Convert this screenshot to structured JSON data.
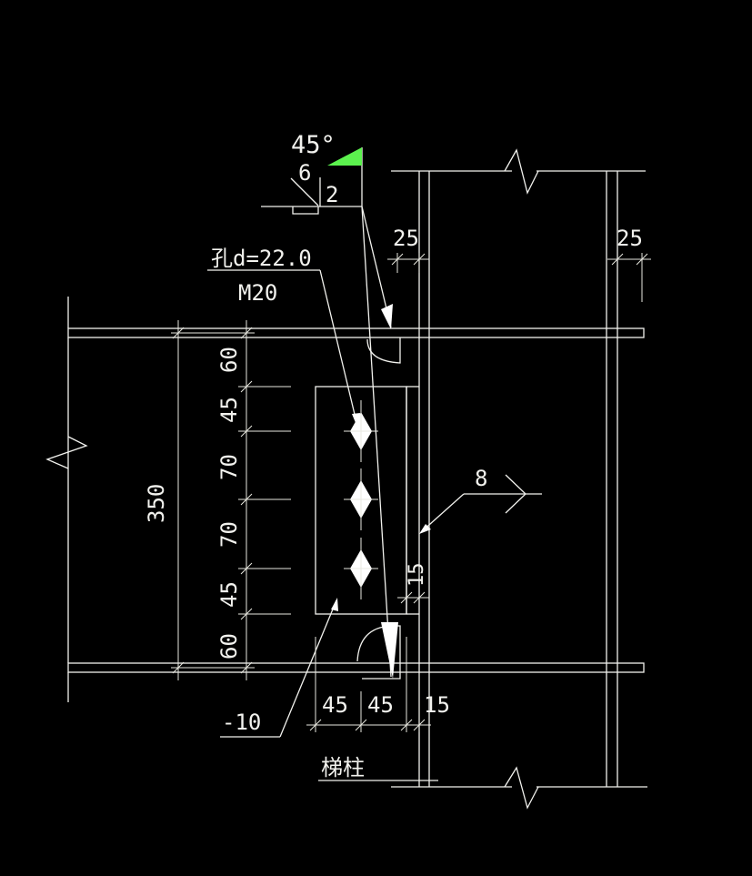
{
  "weld": {
    "angle_label": "45°",
    "size_label": "6",
    "gap_label": "2",
    "flag_color": "#5cf24e",
    "fillet_size_label": "8"
  },
  "hole": {
    "diameter_label": "孔d=22.0",
    "bolt_label": "M20"
  },
  "plate": {
    "thickness_label": "-10"
  },
  "column": {
    "name_label": "梯柱"
  },
  "dims": {
    "flange_left_label": "25",
    "flange_right_label": "25",
    "total_height_label": "350",
    "vertical_segments": [
      "60",
      "45",
      "70",
      "70",
      "45",
      "60"
    ],
    "bottom_segments": [
      "45",
      "45",
      "15"
    ],
    "gap_label": "15"
  },
  "colors": {
    "background": "#000000",
    "line": "#f2f2ee",
    "weld_flag": "#5cf24e"
  }
}
